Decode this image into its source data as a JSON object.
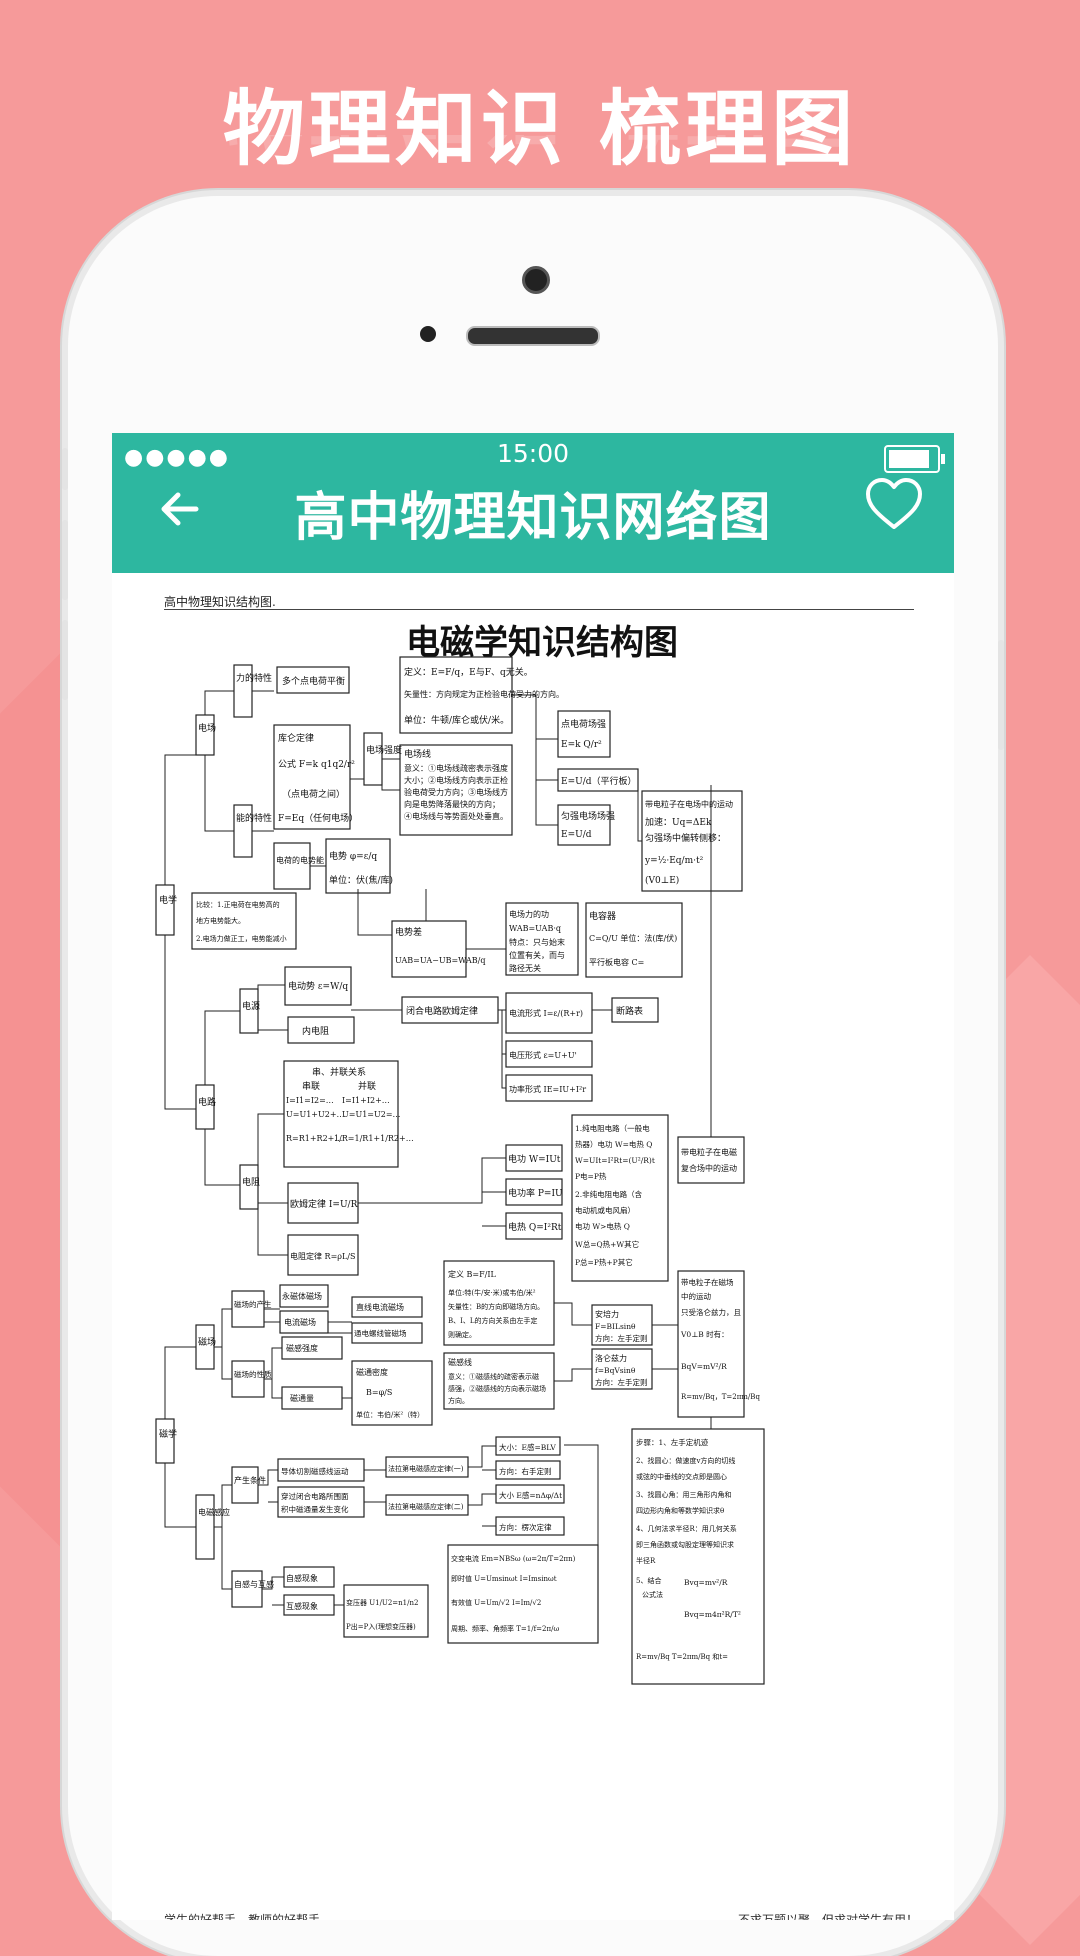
{
  "promo": {
    "headline": "物理知识 梳理图"
  },
  "status_bar": {
    "signal": "●●●●●",
    "time": "15:00"
  },
  "app_bar": {
    "title": "高中物理知识网络图",
    "back_icon": "arrow-left-icon",
    "favorite_icon": "heart-icon"
  },
  "document": {
    "header": "高中物理知识结构图.",
    "title": "电磁学知识结构图",
    "footer_left": "学生的好帮手，教师的好帮手",
    "footer_right": "不求万题以聚，但求对学生有用！"
  },
  "diagram": {
    "boxes": {
      "dianxue": "电学",
      "dianchang": "电场",
      "lidetexing": "力的特性",
      "nengdetexing": "能的特性",
      "duodian": "多个点电荷平衡",
      "kulun": "库仑定律",
      "kulun_f": "公式 F=k q1q2/r²",
      "kulun_note": "（点电荷之间）",
      "feq": "F=Eq（任何电场）",
      "changqiang": "电场强度",
      "dingyi_e": "定义：E=F/q，E与F、q无关。",
      "shiliang": "矢量性：方向规定为正检验电荷受力的方向。",
      "danwei_e": "单位：牛顿/库仑或伏/米。",
      "dianchangxian": "电场线",
      "yiyi1": "意义：①电场线疏密表示强度",
      "yiyi2": "大小；②电场线方向表示正检",
      "yiyi3": "验电荷受力方向；③电场线方",
      "yiyi4": "向是电势降落最快的方向；",
      "yiyi5": "④电场线与等势面处处垂直。",
      "dianhe": "点电荷场强",
      "dianhe_f": "E=k Q/r²",
      "eud": "E=U/d（平行板）",
      "yunqiang": "匀强电场场强",
      "yunqiang_f": "E=U/d",
      "lizi_title": "带电粒子在电场中的运动",
      "lizi_1": "加速：Uq=ΔEk",
      "lizi_2": "匀强场中偏转侧移：",
      "lizi_3": "y=½·Eq/m·t²",
      "lizi_4": "(V0⊥E)",
      "dianshineng": "电荷的电势能",
      "dianshi": "电势 φ=ε/q",
      "danwei_v": "单位：伏(焦/库)",
      "bijiao1": "比较：1.正电荷在电势高的",
      "bijiao2": "地方电势能大。",
      "bijiao3": "2.电场力做正工，电势能减小",
      "dianshicha": "电势差",
      "uab": "UAB=UA−UB=WAB/q",
      "gong1": "电场力的功",
      "gong2": "WAB=UAB·q",
      "gong3": "特点：只与始末",
      "gong4": "位置有关，而与",
      "gong5": "路径无关",
      "dianrong": "电容器",
      "dianrong_f": "C=Q/U 单位：法(库/伏)",
      "dianrong_p": "平行板电容 C=",
      "dianlu": "电路",
      "dianyuan": "电源",
      "dongshi": "电动势 ε=W/q",
      "neizu": "内电阻",
      "bihe": "闭合电路欧姆定律",
      "dianliu": "电流形式 I=ε/(R+r)",
      "duanlu": "断路表",
      "dianya": "电压形式 ε=U+U'",
      "gonglv": "功率形式 IE=IU+I²r",
      "chuanbing": "串、并联关系",
      "chuan": "串联",
      "bing": "并联",
      "r1": "I=I1=I2=…",
      "r1b": "I=I1+I2+…",
      "r2": "U=U1+U2+…",
      "r2b": "U=U1=U2=…",
      "r3": "R=R1+R2+…",
      "r3b": "1/R=1/R1+1/R2+…",
      "dianzu": "电阻",
      "oumu": "欧姆定律 I=U/R",
      "dianzudinglv": "电阻定律 R=ρL/S",
      "diangong": "电功 W=IUt",
      "diangonglv": "电功率 P=IU",
      "dianre": "电热 Q=I²Rt",
      "chun1": "1.纯电阻电路（一般电",
      "chun2": "热器）电功 W=电热 Q",
      "chun3": "W=UIt=I²Rt=(U²/R)t",
      "chun4": "P电=P热",
      "chun5": "2.非纯电阻电路（含",
      "chun6": "电动机或电风扇）",
      "chun7": "电功 W>电热 Q",
      "chun8": "W总=Q热+W其它",
      "chun9": "P总=P热+P其它",
      "fuhe1": "带电粒子在电磁",
      "fuhe2": "复合场中的运动",
      "cixue": "磁学",
      "cichang": "磁场",
      "chansheng": "磁场的产生",
      "xingzhi": "磁场的性质",
      "yongci": "永磁体磁场",
      "dianliucichang": "电流磁场",
      "zhixian": "直线电流磁场",
      "luoxian": "通电螺线管磁场",
      "ciganqiangdu": "磁感强度",
      "citongliang": "磁通量",
      "cimidu1": "磁通密度",
      "cimidu2": "B=φ/S",
      "cimidu3": "单位：韦伯/米²（特）",
      "b_def": "定义 B=F/IL",
      "b_1": "单位:特(牛/安·米)或韦伯/米²",
      "b_2": "矢量性：B的方向即磁场方向。",
      "b_3": "B、I、L的方向关系由左手定",
      "b_4": "则确定。",
      "cixian1": "磁感线",
      "cixian2": "意义：①磁感线的疏密表示磁",
      "cixian3": "感强，②磁感线的方向表示磁场",
      "cixian4": "方向。",
      "anpei1": "安培力",
      "anpei2": "F=BILsinθ",
      "anpei3": "方向：左手定则",
      "luolunzi1": "洛仑兹力",
      "luolunzi2": "f=BqVsinθ",
      "luolunzi3": "方向：左手定则",
      "cizi1": "带电粒子在磁场",
      "cizi2": "中的运动",
      "cizi3": "只受洛仑兹力，且",
      "cizi4": "V0⊥B 时有：",
      "cizi5": "BqV=mV²/R",
      "cizi6": "R=mv/Bq，T=2πm/Bq",
      "dianci": "电磁感应",
      "chanshengtj": "产生条件",
      "qiege": "导体切割磁感线运动",
      "chuanguo": "穿过闭合电路所围面",
      "chuanguo2": "积中磁通量发生变化",
      "fala1": "法拉第电磁感应定律(一)",
      "fala2": "法拉第电磁感应定律(二)",
      "daxiao1": "大小：E感=BLV",
      "fangxiang1": "方向：右手定则",
      "daxiao2": "大小 E感=nΔφ/Δt",
      "fangxiang2": "方向：楞次定律",
      "buzhou1": "步骤：1、左手定机迹",
      "buzhou2": "2、找圆心：做速度v方向的切线",
      "buzhou3": "或弦的中垂线的交点即是圆心",
      "buzhou4": "3、找圆心角：用三角形内角和",
      "buzhou5": "四边形内角和等数学知识求θ",
      "buzhou6": "4、几何法求半径R：用几何关系",
      "buzhou7": "即三角函数或勾股定理等知识求",
      "buzhou8": "半径R",
      "buzhou9": "5、结合",
      "buzhou10": "公式法",
      "bvq1": "Bvq=mv²/R",
      "bvq2": "Bvq=m4π²R/T²",
      "rfinal": "R=mv/Bq  T=2πm/Bq 和t=",
      "zigan": "自感与互感",
      "zigan2": "自感现象",
      "hugan": "互感现象",
      "bianyaqi": "变压器 U1/U2=n1/n2",
      "bianyaqi2": "P出=P入(理想变压器)",
      "jiaobian1": "交变电流 Em=NBSω  (ω=2π/T=2πn)",
      "jiaobian2": "即时值  U=Umsinωt   I=Imsinωt",
      "jiaobian3": "有效值  U=Um/√2   I=Im/√2",
      "jiaobian4": "周期、频率、角频率 T=1/f=2π/ω"
    }
  }
}
